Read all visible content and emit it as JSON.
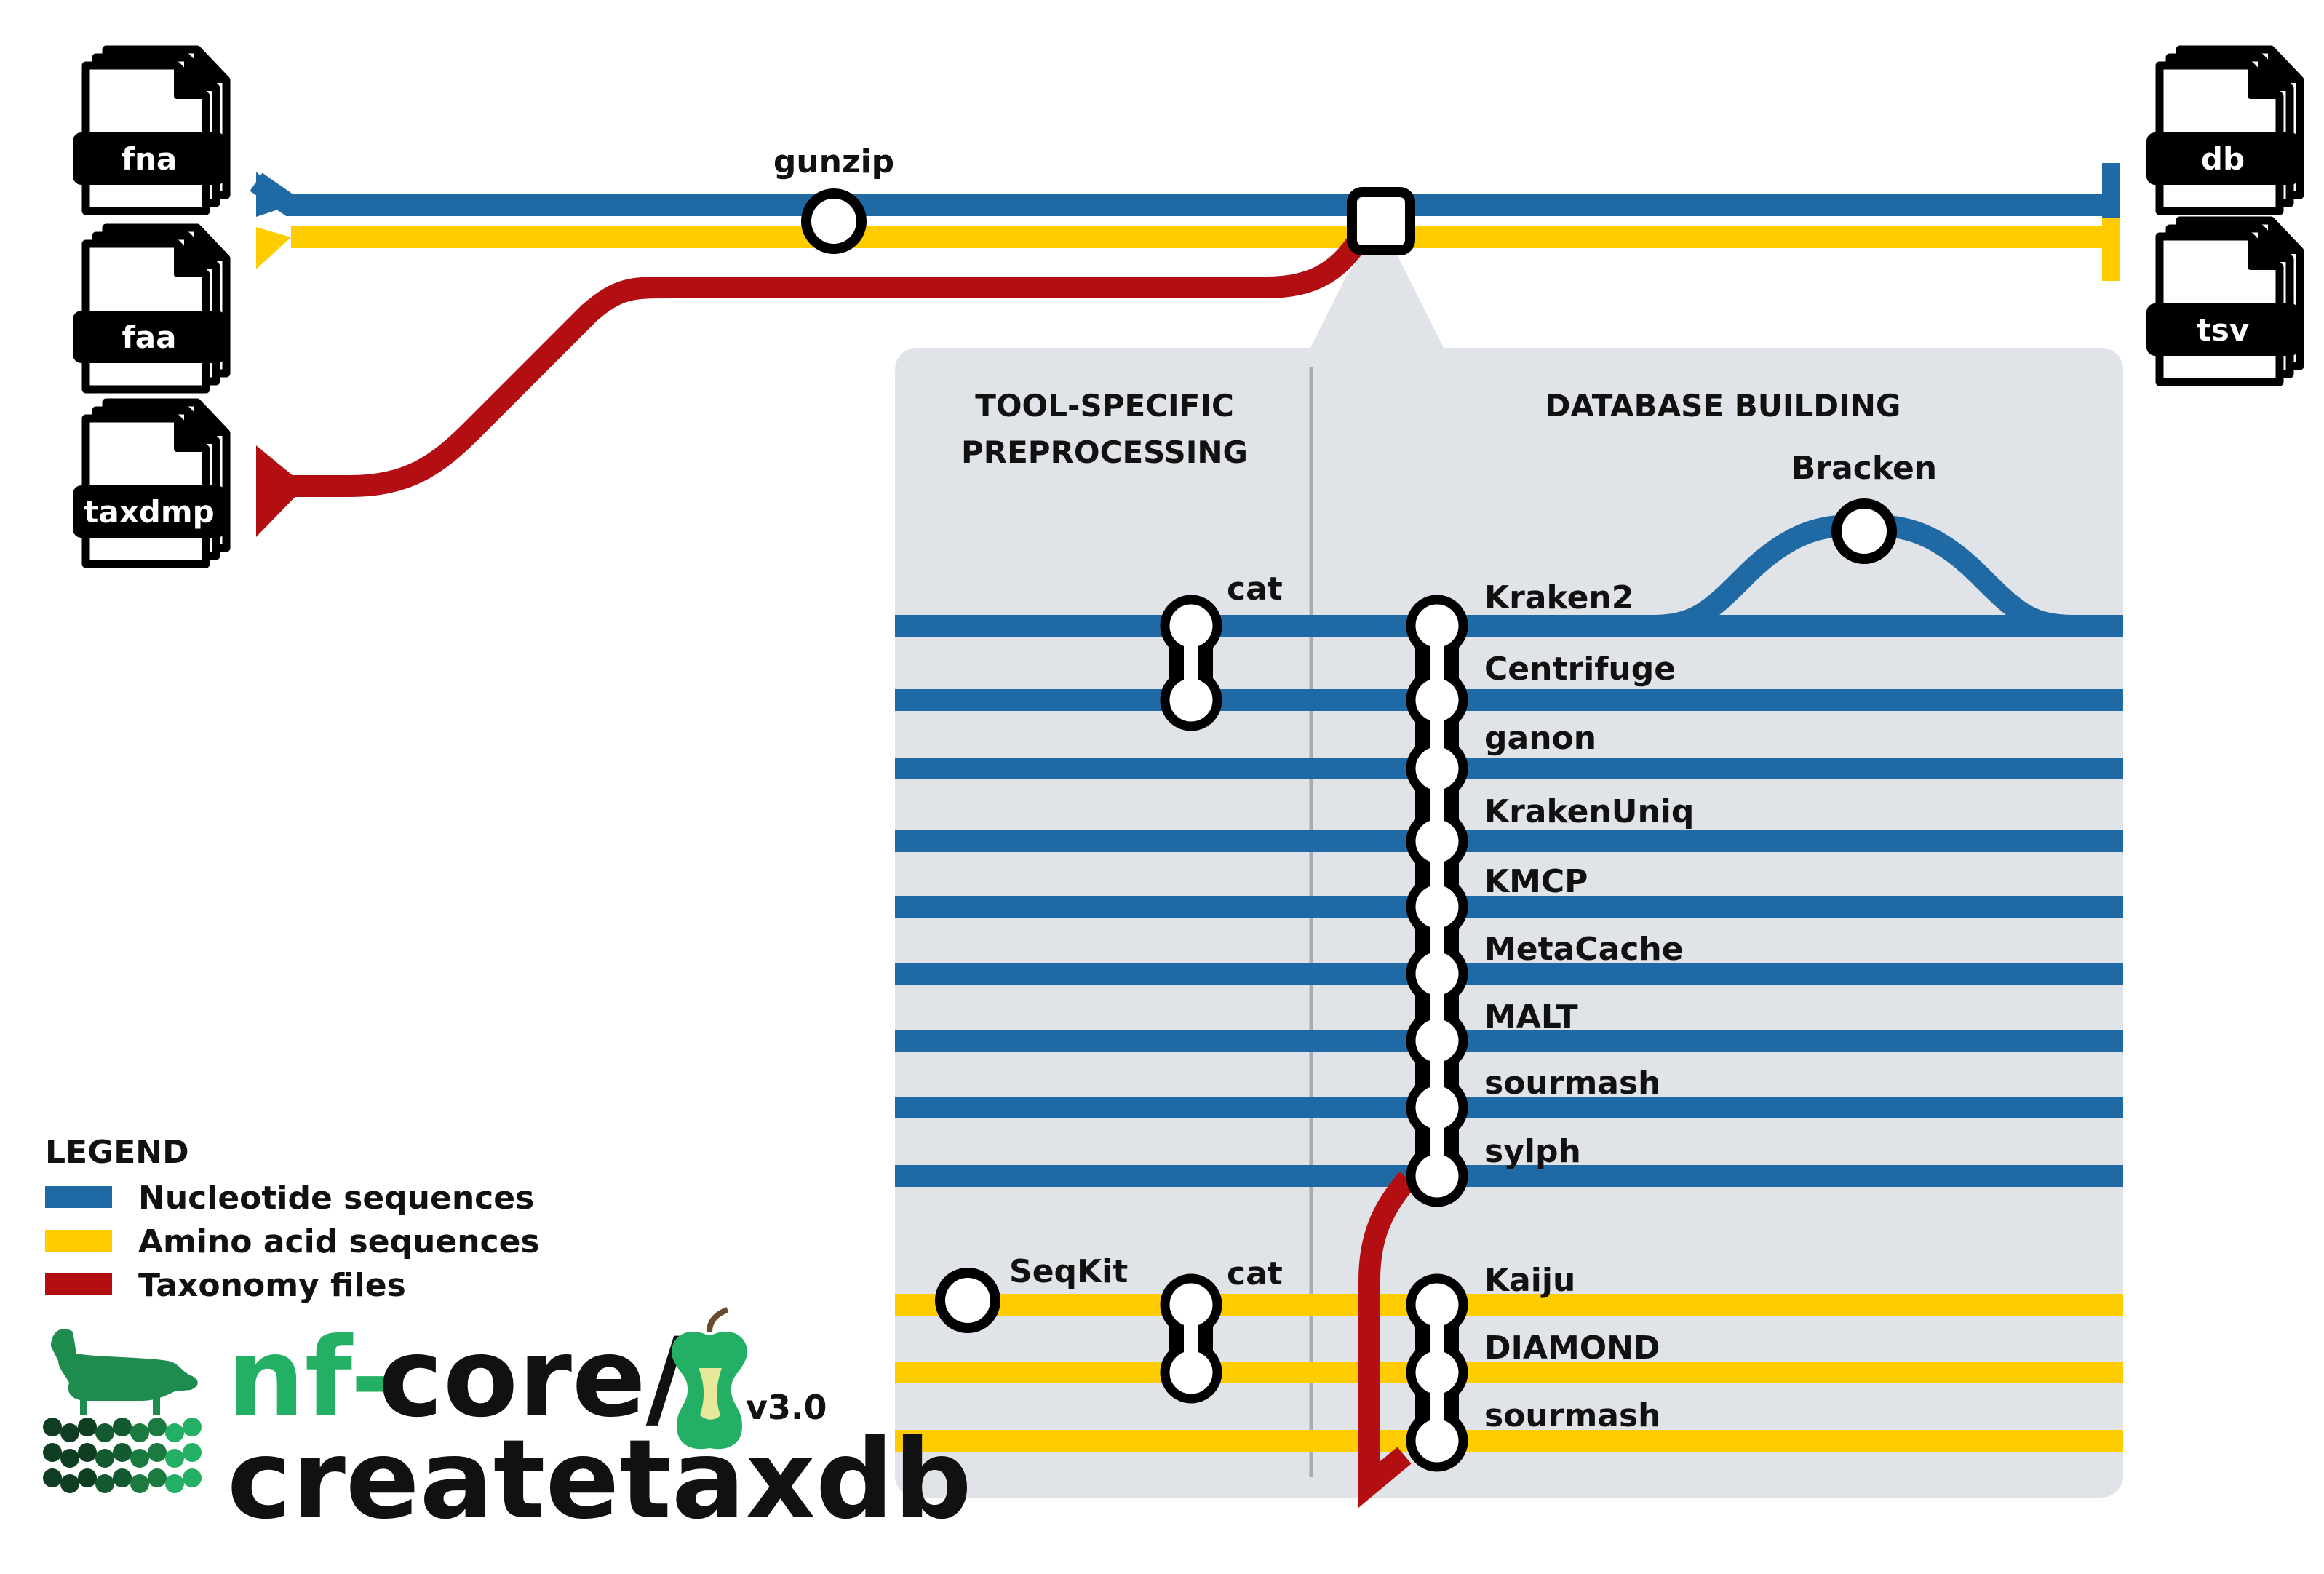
{
  "colors": {
    "nucleotide": "#1f6aa5",
    "amino": "#ffcc00",
    "taxonomy": "#b30f12",
    "panel": "#e0e3e8",
    "brand_green": "#24b064",
    "brand_dark": "#111111"
  },
  "inputs": [
    {
      "label": "fna",
      "icon": "file-stack-icon"
    },
    {
      "label": "faa",
      "icon": "file-stack-icon"
    },
    {
      "label": "taxdmp",
      "icon": "file-stack-icon"
    }
  ],
  "outputs": [
    {
      "label": "db",
      "icon": "file-stack-icon"
    },
    {
      "label": "tsv",
      "icon": "file-stack-icon"
    }
  ],
  "stations": {
    "gunzip": "gunzip",
    "bracken": "Bracken",
    "cat_top": "cat",
    "cat_bottom": "cat",
    "seqkit": "SeqKit"
  },
  "panel": {
    "left_header_line1": "TOOL-SPECIFIC",
    "left_header_line2": "PREPROCESSING",
    "right_header": "DATABASE BUILDING"
  },
  "nucleotide_tools": [
    "Kraken2",
    "Centrifuge",
    "ganon",
    "KrakenUniq",
    "KMCP",
    "MetaCache",
    "MALT",
    "sourmash",
    "sylph"
  ],
  "amino_tools": [
    "Kaiju",
    "DIAMOND",
    "sourmash"
  ],
  "legend": {
    "title": "LEGEND",
    "items": [
      {
        "label": "Nucleotide sequences",
        "color": "#1f6aa5"
      },
      {
        "label": "Amino acid sequences",
        "color": "#ffcc00"
      },
      {
        "label": "Taxonomy files",
        "color": "#b30f12"
      }
    ]
  },
  "branding": {
    "prefix": "nf-",
    "core": "core/",
    "name": "createtaxdb",
    "version": "v3.0",
    "mascot_icon": "dachshund-icon",
    "apple_icon": "apple-core-icon"
  }
}
